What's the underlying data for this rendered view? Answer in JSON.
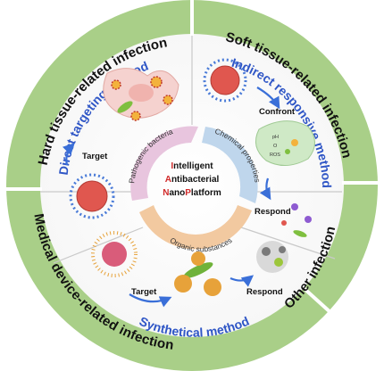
{
  "ring": {
    "top_left": "Hard tissue-related infection",
    "top_right": "Soft tissue-related infection",
    "bottom_left": "Medical device-related infection",
    "bottom_right": "Other infection"
  },
  "methods": {
    "direct": "Direct targeting method",
    "indirect": "Indirect responsive method",
    "synthetical": "Synthetical method"
  },
  "steps": {
    "target_left": "Target",
    "confront": "Confront",
    "respond_right": "Respond",
    "target_bottom": "Target",
    "respond_bottom": "Respond"
  },
  "center": {
    "line1_initial": "I",
    "line1_rest": "ntelligent",
    "line2_initial": "A",
    "line2_rest": "ntibacterial",
    "line3_initial1": "N",
    "line3_rest1": "ano",
    "line3_initial2": "P",
    "line3_rest2": "latform"
  },
  "swirl": {
    "pathogenic": "Pathogenic bacteria",
    "chemical": "Chemical properties",
    "organic": "Organic substances"
  },
  "chem_labels": {
    "ph": "pH",
    "o2": "O",
    "ros": "ROS"
  },
  "colors": {
    "outer_ring": "#a9cf88",
    "ring_border": "#ffffff",
    "method_blue": "#2f56c6",
    "arrow_blue": "#3a6fd8",
    "swirl_pink": "#e8c5de",
    "swirl_blue": "#bfd6ec",
    "swirl_orange": "#f2c9a0",
    "initial_red": "#d12a2a"
  }
}
